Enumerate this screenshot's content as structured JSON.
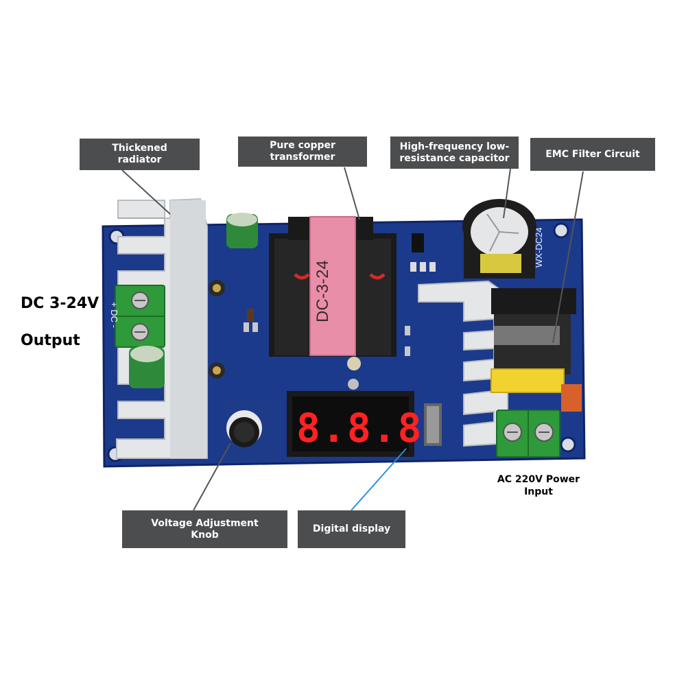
{
  "callouts": {
    "radiator": "Thickened\nradiator",
    "transformer": "Pure copper\ntransformer",
    "capacitor": "High-frequency low-\nresistance capacitor",
    "emc": "EMC Filter Circuit",
    "knob": "Voltage Adjustment\nKnob",
    "display": "Digital display"
  },
  "labels": {
    "output_line1": "DC 3-24V",
    "output_line2": "Output",
    "ac_input": "AC 220V Power\nInput"
  },
  "board": {
    "transformer_text": "DC-3-24",
    "model_text": "WX-DC24",
    "dc_terminal_text": "+ DC -",
    "display_digits": "8.8.8."
  },
  "colors": {
    "pcb": "#1c3a8c",
    "callout_bg": "#4b4d4f",
    "heatsink": "#e4e6e8",
    "terminal": "#2e9a3a",
    "display_red": "#ff2222",
    "pointer_blue": "#2a8fd6"
  }
}
